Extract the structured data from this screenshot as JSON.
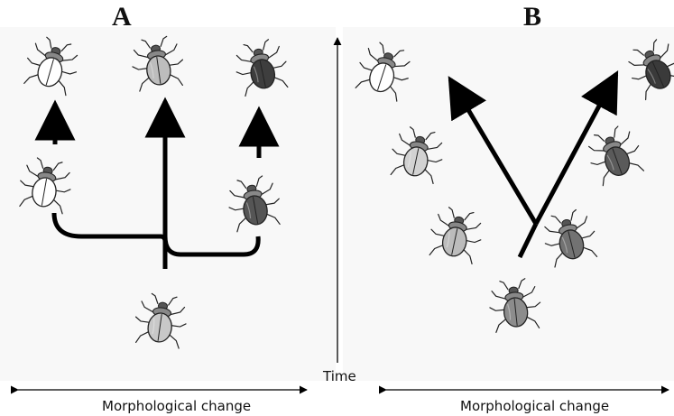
{
  "panels": {
    "a": {
      "label": "A",
      "xlabel": "Morphological change"
    },
    "b": {
      "label": "B",
      "xlabel": "Morphological change"
    }
  },
  "time_axis": {
    "label": "Time"
  },
  "colors": {
    "white_beetle": "#ffffff",
    "light_gray_beetle": "#c8c8c8",
    "mid_gray_beetle": "#7a7a7a",
    "dark_beetle": "#3c3c3c",
    "arrow": "#000000",
    "panel_background": "#f8f8f8"
  },
  "icons": {
    "beetle": "beetle-icon"
  }
}
